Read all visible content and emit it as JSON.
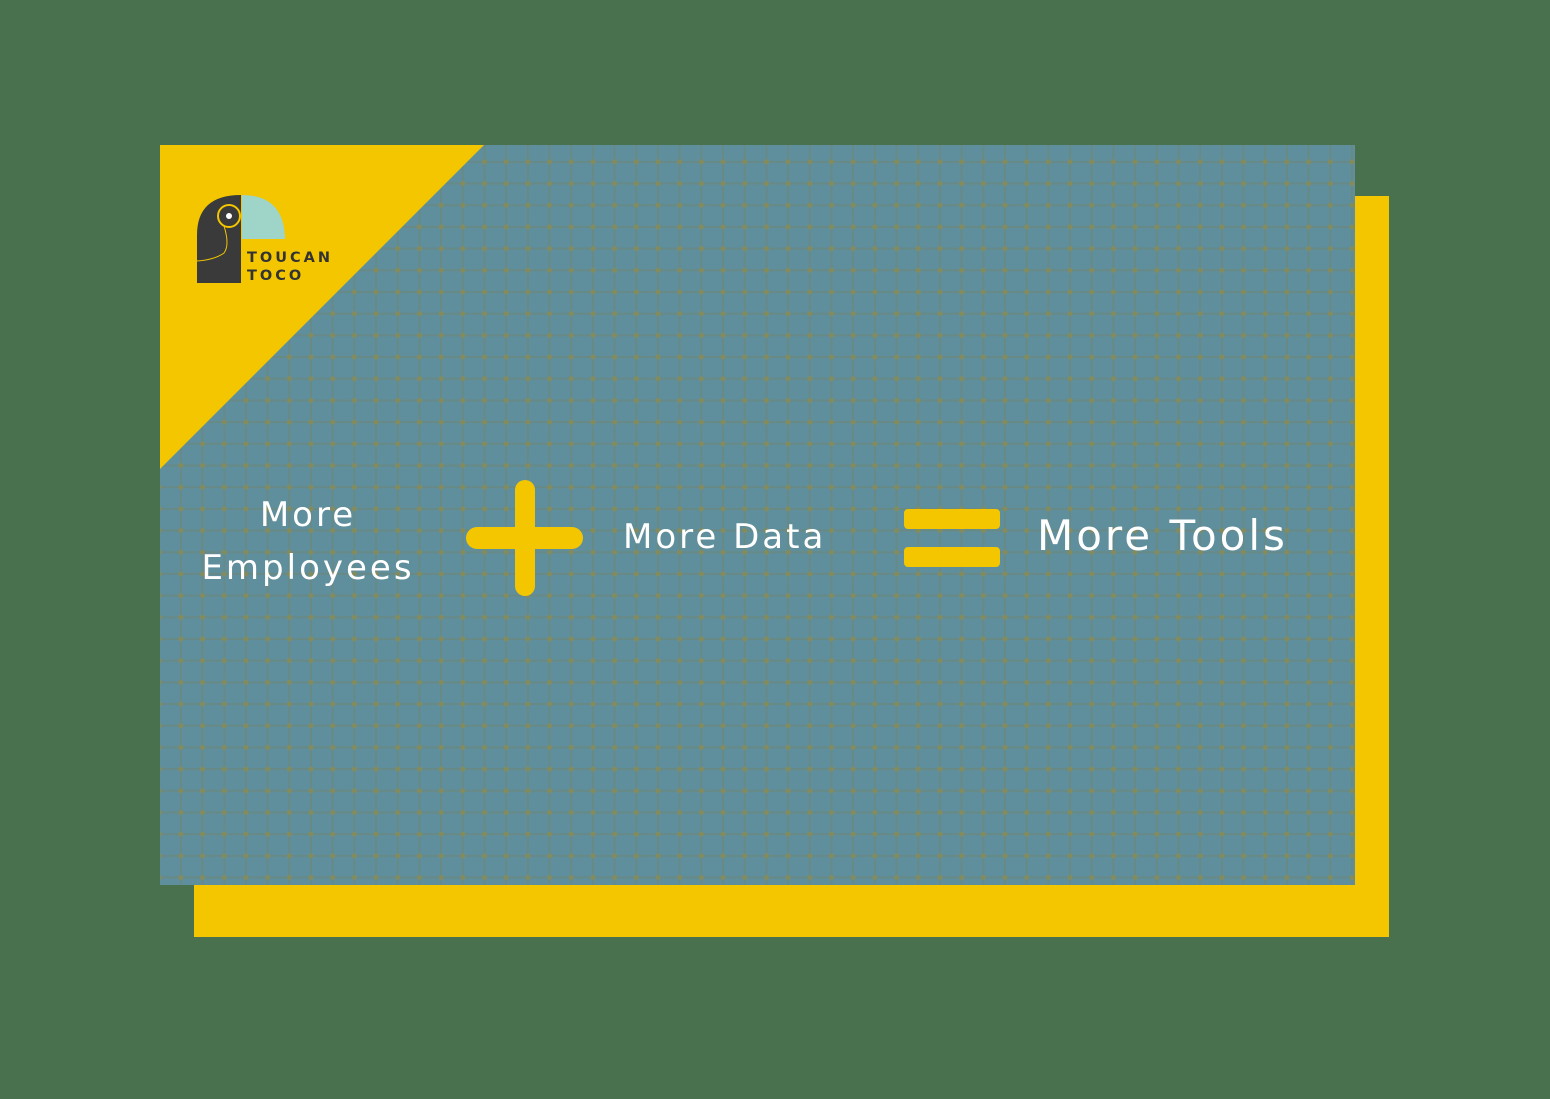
{
  "brand": {
    "name_line1": "TOUCAN",
    "name_line2": "TOCO"
  },
  "equation": {
    "term1": "More Employees",
    "term1_line1": "More",
    "term1_line2": "Employees",
    "operator1": "plus",
    "term2": "More Data",
    "operator2": "equals",
    "result": "More Tools"
  },
  "colors": {
    "background": "#49714d",
    "panel": "#5f8e9d",
    "accent": "#f3c600",
    "logo_dark": "#3a3a3a",
    "logo_mint": "#9fd4c8"
  }
}
